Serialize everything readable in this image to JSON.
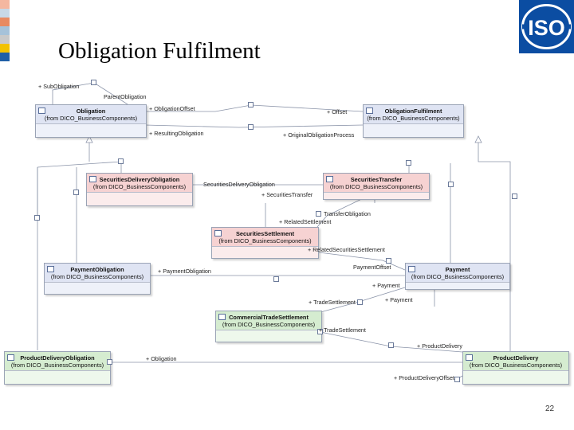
{
  "slide": {
    "title": "Obligation Fulfilment",
    "page_number": "22",
    "logo_text": "ISO",
    "brand_blue": "#0b4da2",
    "corner_squares": [
      "#f4b7a0",
      "#c8d8e6",
      "#e88a61",
      "#a6c2d9",
      "#c9c9c9",
      "#f2c200",
      "#1f5fa6"
    ]
  },
  "classes": {
    "obligation": {
      "name": "Obligation",
      "package": "(from DICO_BusinessComponents)",
      "color": "blue"
    },
    "obligation_fulfilment": {
      "name": "ObligationFulfilment",
      "package": "(from DICO_BusinessComponents)",
      "color": "blue"
    },
    "securities_delivery_obligation": {
      "name": "SecuritiesDeliveryObligation",
      "package": "(from DICO_BusinessComponents)",
      "color": "red"
    },
    "securities_transfer": {
      "name": "SecuritiesTransfer",
      "package": "(from DICO_BusinessComponents)",
      "color": "red"
    },
    "securities_settlement": {
      "name": "SecuritiesSettlement",
      "package": "(from DICO_BusinessComponents)",
      "color": "red"
    },
    "payment_obligation": {
      "name": "PaymentObligation",
      "package": "(from DICO_BusinessComponents)",
      "color": "blue"
    },
    "payment": {
      "name": "Payment",
      "package": "(from DICO_BusinessComponents)",
      "color": "blue"
    },
    "commercial_trade_settlement": {
      "name": "CommercialTradeSettlement",
      "package": "(from DICO_BusinessComponents)",
      "color": "green"
    },
    "product_delivery_obligation": {
      "name": "ProductDeliveryObligation",
      "package": "(from DICO_BusinessComponents)",
      "color": "green"
    },
    "product_delivery": {
      "name": "ProductDelivery",
      "package": "(from DICO_BusinessComponents)",
      "color": "green"
    }
  },
  "roles": {
    "sub_obligation": "+ SubObligation",
    "parent_obligation": "ParentObligation",
    "obligation_offset": "+ ObligationOffset",
    "offset": "+ Offset",
    "resulting_obligation": "+ ResultingObligation",
    "original_obligation_process": "+ OriginalObligationProcess",
    "securities_delivery_obligation": "SecuritiesDeliveryObligation",
    "securities_transfer": "+ SecuritiesTransfer",
    "transfer_obligation": "TransferObligation",
    "related_settlement": "+ RelatedSettlement",
    "related_securities_settlement": "+ RelatedSecuritiesSettlement",
    "payment_offset": "PaymentOffset",
    "payment_obligation": "+ PaymentObligation",
    "payment_a": "+ Payment",
    "payment_b": "+ Payment",
    "trade_settlement_a": "+ TradeSettlement",
    "trade_settlement_b": "+ TradeSettlement",
    "product_delivery": "+ ProductDelivery",
    "obligation": "+ Obligation",
    "product_delivery_offset": "+ ProductDeliveryOffset"
  }
}
